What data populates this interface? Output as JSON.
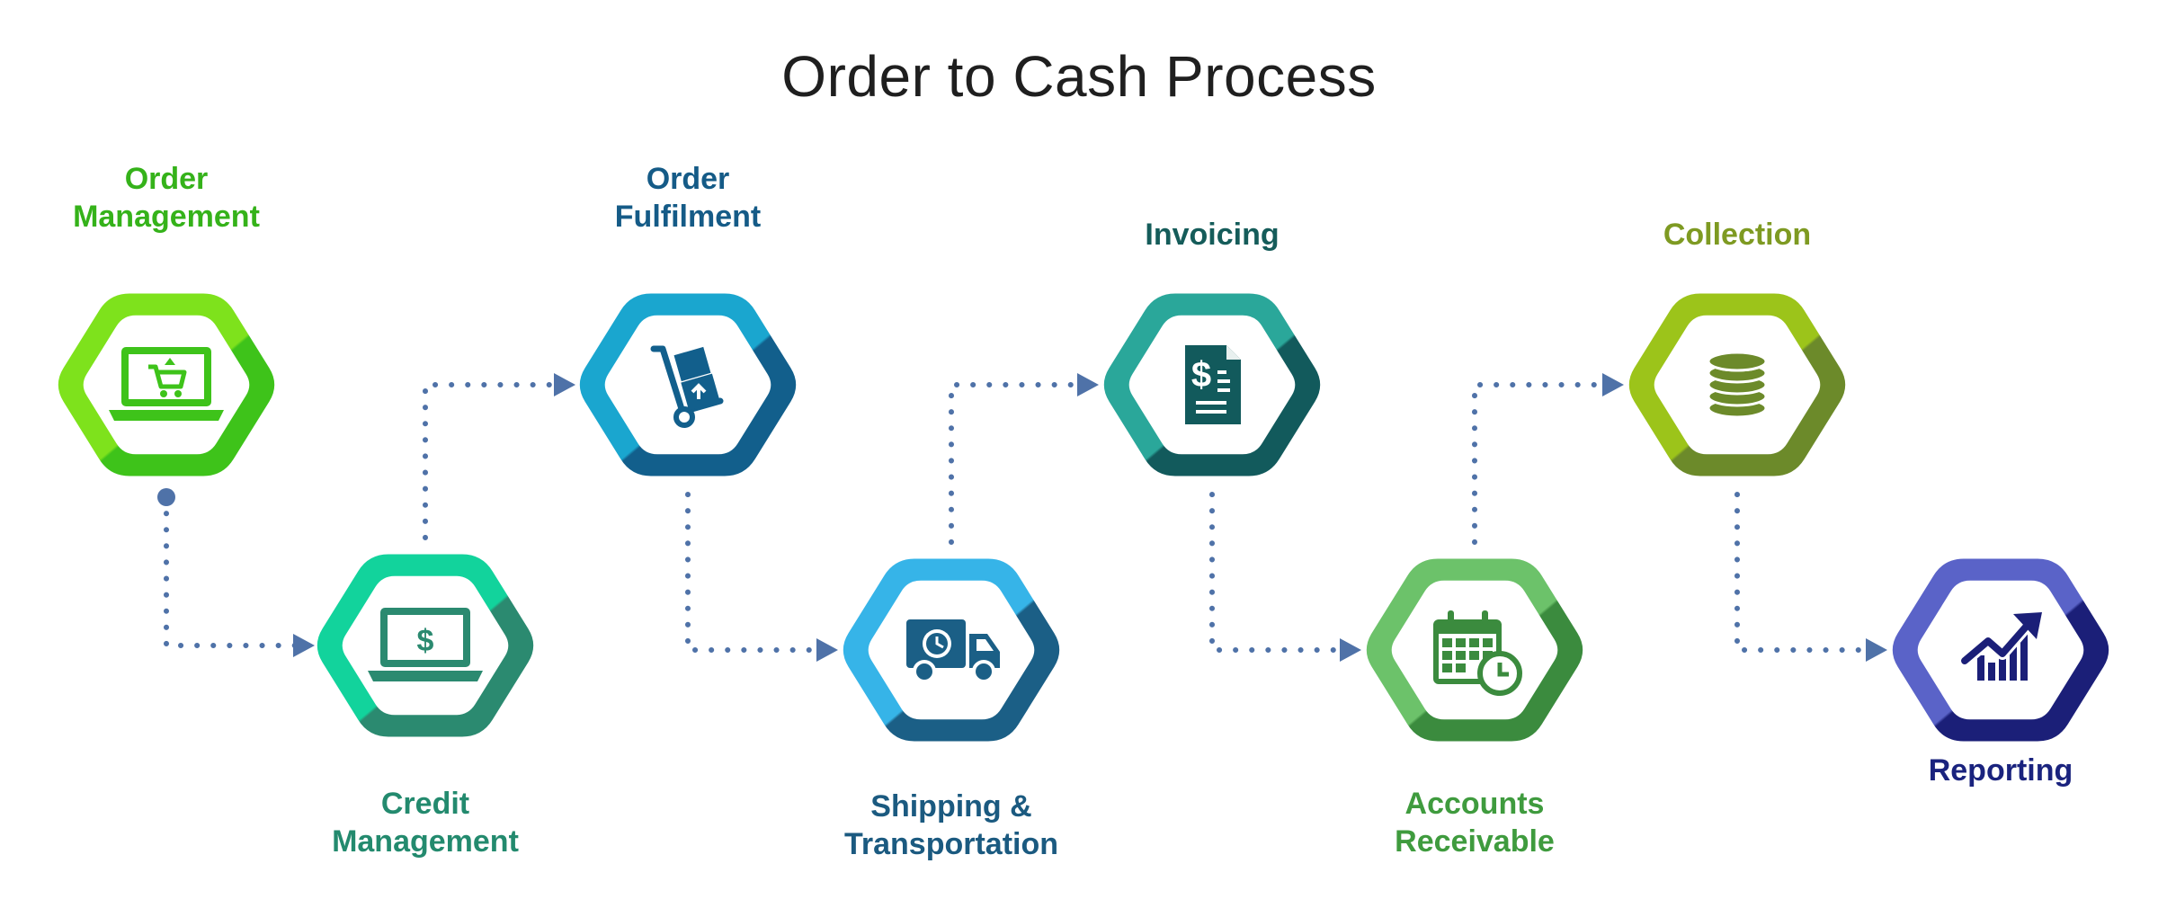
{
  "title": "Order to Cash Process",
  "steps": [
    {
      "label": "Order\nManagement",
      "color_light": "#7ee21c",
      "color_dark": "#3ec31a",
      "label_color": "#35b21a",
      "icon": "laptop-cart-icon"
    },
    {
      "label": "Credit\nManagement",
      "color_light": "#12d39c",
      "color_dark": "#2b8a70",
      "label_color": "#238a6e",
      "icon": "laptop-dollar-icon"
    },
    {
      "label": "Order\nFulfilment",
      "color_light": "#1aa6cf",
      "color_dark": "#125f8c",
      "label_color": "#155b87",
      "icon": "hand-truck-icon"
    },
    {
      "label": "Shipping &\nTransportation",
      "color_light": "#36b4e8",
      "color_dark": "#1b5f86",
      "label_color": "#1b5a80",
      "icon": "delivery-truck-icon"
    },
    {
      "label": "Invoicing",
      "color_light": "#2aa79a",
      "color_dark": "#125a5c",
      "label_color": "#155c5a",
      "icon": "invoice-icon"
    },
    {
      "label": "Accounts\nReceivable",
      "color_light": "#6cc26a",
      "color_dark": "#3b8b3e",
      "label_color": "#3f9b3e",
      "icon": "calendar-clock-icon"
    },
    {
      "label": "Collection",
      "color_light": "#9cc41a",
      "color_dark": "#6c8a2a",
      "label_color": "#7e9a22",
      "icon": "coins-icon"
    },
    {
      "label": "Reporting",
      "color_light": "#5a63c8",
      "color_dark": "#1b1f78",
      "label_color": "#1a237e",
      "icon": "growth-chart-icon"
    }
  ],
  "connector_color": "#4f72a8"
}
